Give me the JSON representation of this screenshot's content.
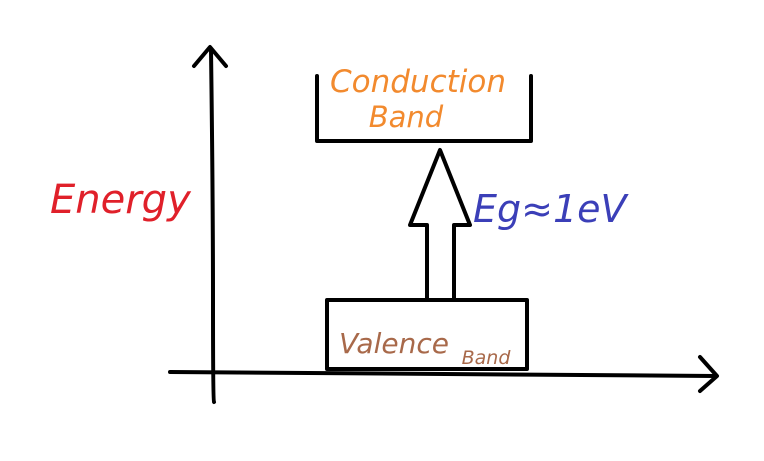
{
  "axis_label": "Energy",
  "conduction_band": {
    "line1": "Conduction",
    "line2": "Band"
  },
  "valence_band": {
    "line1": "Valence",
    "line2": "Band"
  },
  "gap_label": "Eg≈1eV",
  "colors": {
    "axis_label": "#e0202a",
    "conduction_text": "#f28a2e",
    "valence_text": "#a8694a",
    "gap_text": "#3b3fb8",
    "lines": "#000000"
  }
}
